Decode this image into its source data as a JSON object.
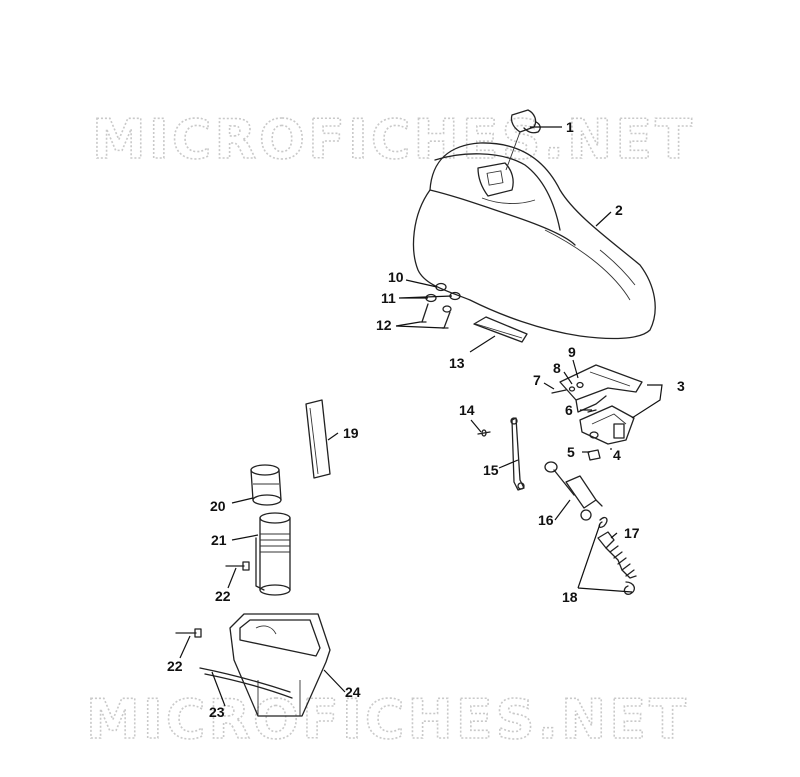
{
  "watermark_top": "MICROFICHES.NET",
  "watermark_bottom": "MICROFICHES.NET",
  "callouts": [
    "1",
    "2",
    "3",
    "4",
    "5",
    "6",
    "7",
    "8",
    "9",
    "10",
    "11",
    "12",
    "13",
    "14",
    "15",
    "16",
    "17",
    "18",
    "19",
    "20",
    "21",
    "22",
    "22",
    "23",
    "24"
  ]
}
